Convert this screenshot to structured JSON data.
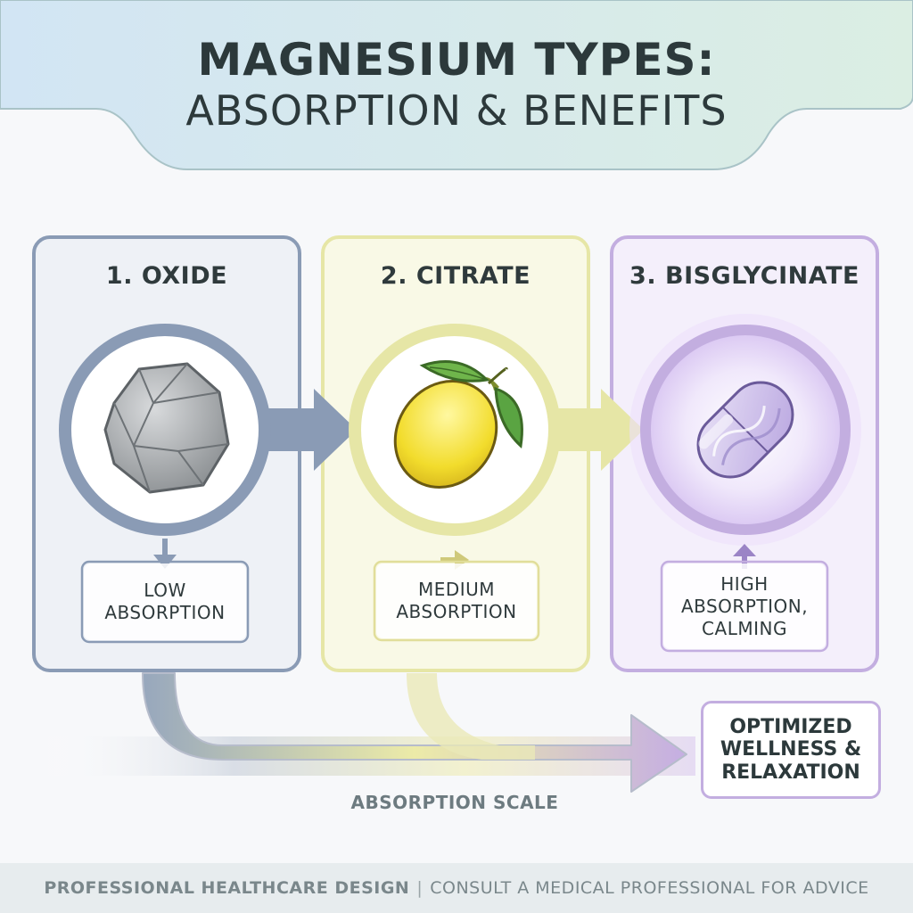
{
  "title": {
    "line1": "MAGNESIUM TYPES:",
    "line2": "ABSORPTION & BENEFITS"
  },
  "types": [
    {
      "label": "1. OXIDE",
      "result": "LOW\nABSORPTION",
      "icon": "rock-icon",
      "indicator": "arrow-down-icon",
      "color": "#8a9bb5"
    },
    {
      "label": "2. CITRATE",
      "result": "MEDIUM\nABSORPTION",
      "icon": "lemon-icon",
      "indicator": "arrow-right-icon",
      "color": "#e6e6a6"
    },
    {
      "label": "3. BISGLYCINATE",
      "result": "HIGH\nABSORPTION,\nCALMING",
      "icon": "capsule-icon",
      "indicator": "arrow-up-icon",
      "color": "#c3aee0"
    }
  ],
  "outcome": "OPTIMIZED\nWELLNESS &\nRELAXATION",
  "scale_label": "ABSORPTION SCALE",
  "footer": {
    "left": "PROFESSIONAL HEALTHCARE DESIGN",
    "separator": "|",
    "right": "CONSULT A MEDICAL PROFESSIONAL FOR ADVICE"
  },
  "colors": {
    "oxide": "#8a9bb5",
    "citrate": "#e6e6a6",
    "bisglycinate": "#c3aee0",
    "header_gradient_start": "#d4e6f3",
    "header_gradient_end": "#dcefe2"
  }
}
